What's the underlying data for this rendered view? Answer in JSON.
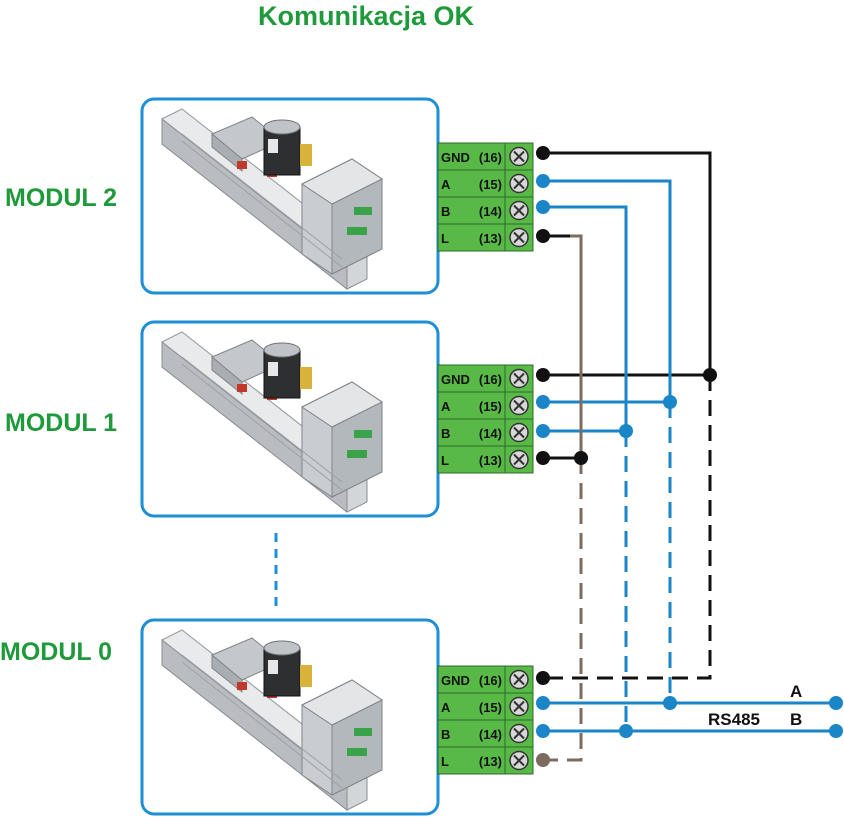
{
  "title": "Komunikacja OK",
  "colors": {
    "accent_green": "#1f9a3a",
    "frame_blue": "#1e8fd6",
    "wire_gnd": "#111111",
    "wire_ab": "#1a86c8",
    "wire_l": "#7d6b62",
    "terminal_fill": "#58b947"
  },
  "modules": [
    {
      "label": "MODUL 2",
      "terminals": [
        {
          "name": "GND",
          "pin": "(16)"
        },
        {
          "name": "A",
          "pin": "(15)"
        },
        {
          "name": "B",
          "pin": "(14)"
        },
        {
          "name": "L",
          "pin": "(13)"
        }
      ]
    },
    {
      "label": "MODUL 1",
      "terminals": [
        {
          "name": "GND",
          "pin": "(16)"
        },
        {
          "name": "A",
          "pin": "(15)"
        },
        {
          "name": "B",
          "pin": "(14)"
        },
        {
          "name": "L",
          "pin": "(13)"
        }
      ]
    },
    {
      "label": "MODUL 0",
      "terminals": [
        {
          "name": "GND",
          "pin": "(16)"
        },
        {
          "name": "A",
          "pin": "(15)"
        },
        {
          "name": "B",
          "pin": "(14)"
        },
        {
          "name": "L",
          "pin": "(13)"
        }
      ]
    }
  ],
  "bus": {
    "name": "RS485",
    "line_a": "A",
    "line_b": "B"
  }
}
